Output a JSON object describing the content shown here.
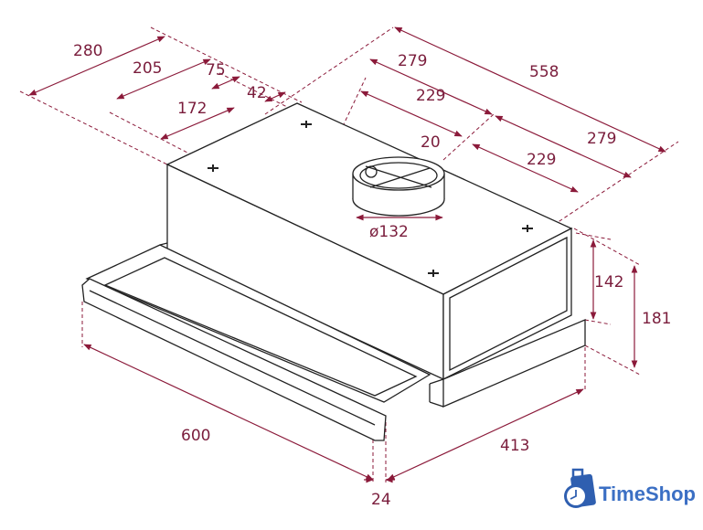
{
  "dimensions": {
    "d280": "280",
    "d205": "205",
    "d75": "75",
    "d42": "42",
    "d172": "172",
    "d558": "558",
    "d279a": "279",
    "d279b": "279",
    "d229a": "229",
    "d229b": "229",
    "d20": "20",
    "d132": "ø132",
    "d142": "142",
    "d181": "181",
    "d600": "600",
    "d413": "413",
    "d24": "24"
  },
  "logo": {
    "text": "TimeShop",
    "icon": "clock-bag-icon",
    "color": "#3b6fc4"
  },
  "colors": {
    "dimension": "#8b1a3a",
    "outline": "#222222"
  }
}
